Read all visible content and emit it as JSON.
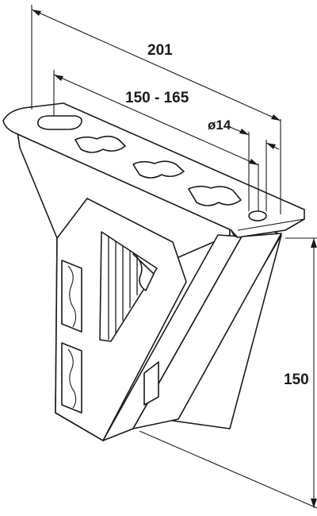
{
  "dimensions": {
    "overall_width": "201",
    "slot_spacing": "150 - 165",
    "hole_diameter": "ø14",
    "height": "150"
  }
}
